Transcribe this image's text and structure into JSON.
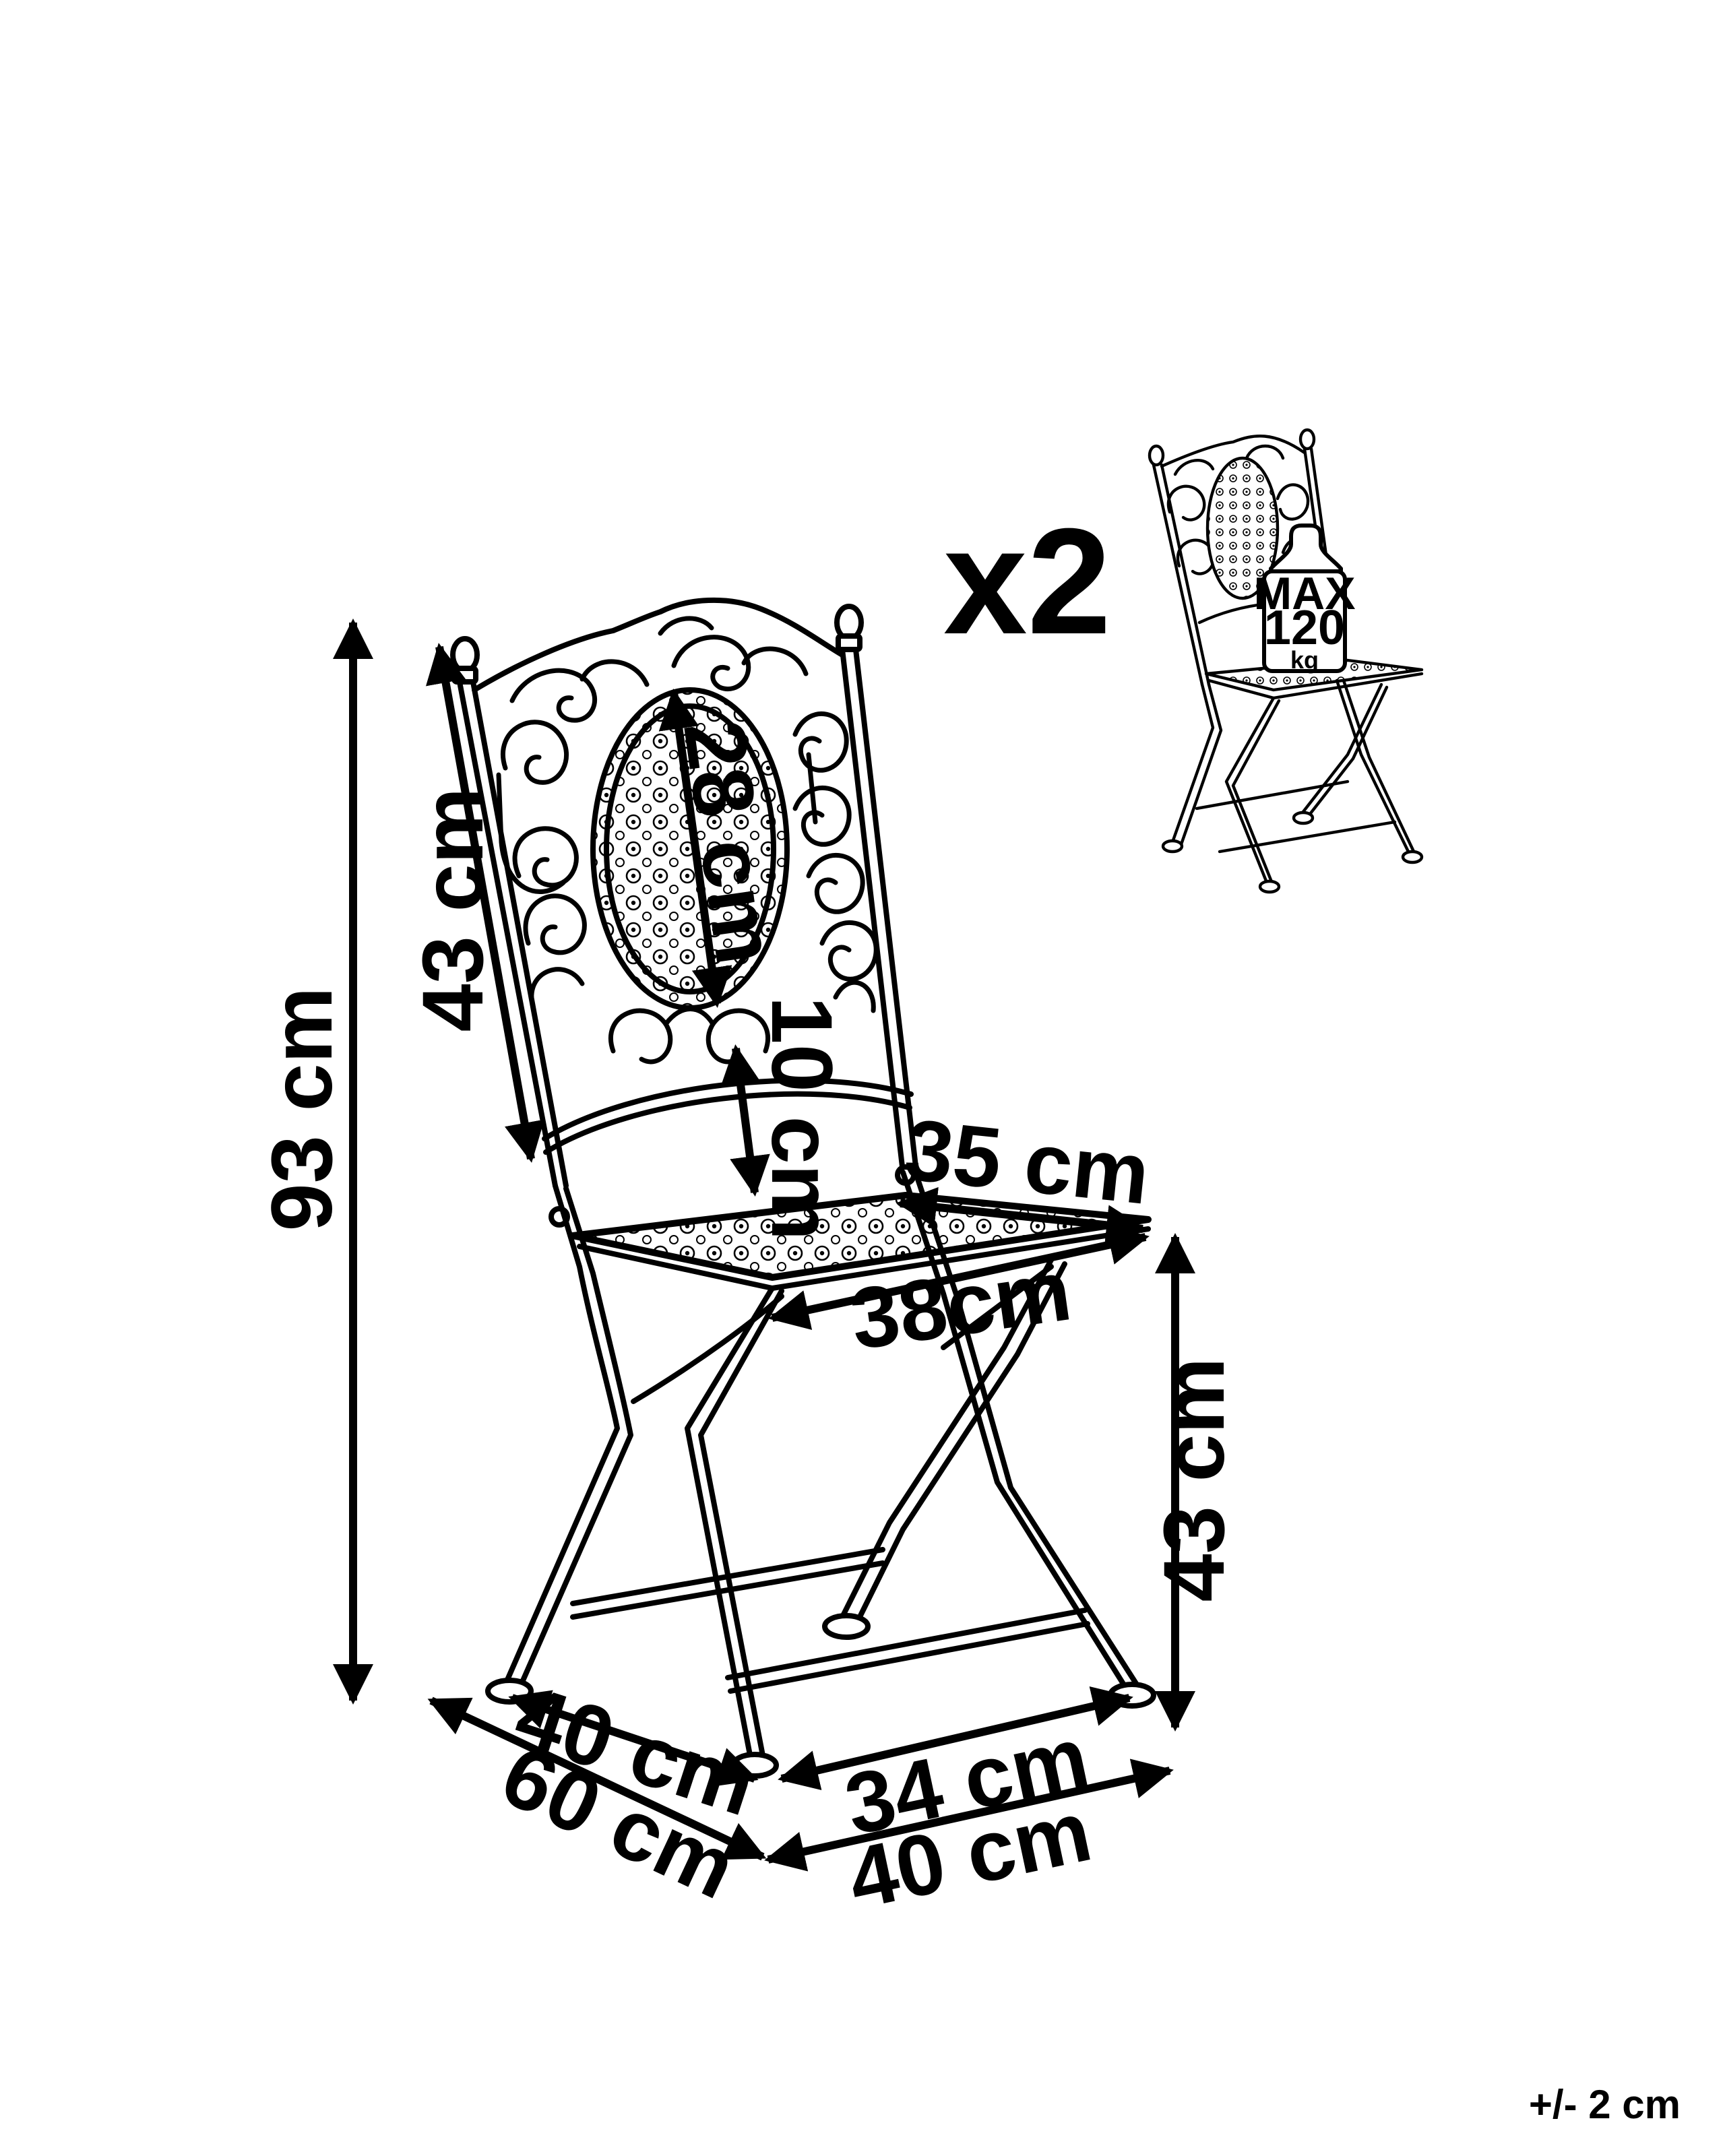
{
  "quantity": "x2",
  "tolerance": "+/- 2 cm",
  "max_load": {
    "label": "MAX",
    "value": "120",
    "unit": "kg"
  },
  "dimensions": {
    "total_height": "93 cm",
    "backrest_height": "43 cm",
    "backrest_panel": "28 cm",
    "backrest_gap": "10 cm",
    "seat_depth": "35 cm",
    "seat_width": "38cm",
    "seat_height": "43 cm",
    "footprint_depth_inner": "40 cm",
    "footprint_depth_outer": "60  cm",
    "footprint_width_inner": "34 cm",
    "footprint_width_outer": "40 cm"
  }
}
